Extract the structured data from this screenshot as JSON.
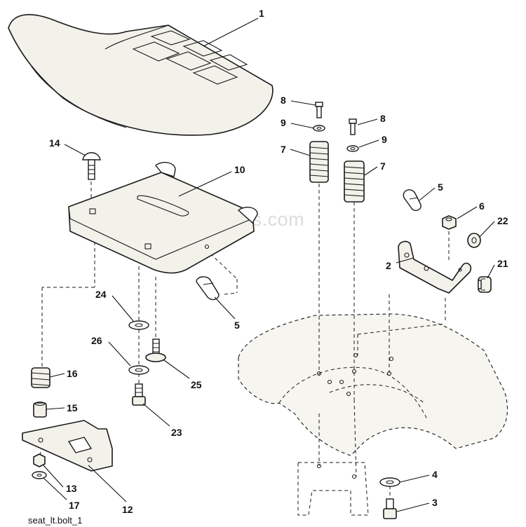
{
  "watermark": "eReplacementParts.com",
  "caption": "seat_lt.bolt_1",
  "callouts": {
    "c1": "1",
    "c2": "2",
    "c3": "3",
    "c4": "4",
    "c5a": "5",
    "c5b": "5",
    "c6": "6",
    "c7a": "7",
    "c7b": "7",
    "c8a": "8",
    "c8b": "8",
    "c9a": "9",
    "c9b": "9",
    "c10": "10",
    "c12": "12",
    "c13": "13",
    "c14": "14",
    "c15": "15",
    "c16": "16",
    "c17": "17",
    "c21": "21",
    "c22": "22",
    "c23": "23",
    "c24": "24",
    "c25": "25",
    "c26": "26"
  }
}
